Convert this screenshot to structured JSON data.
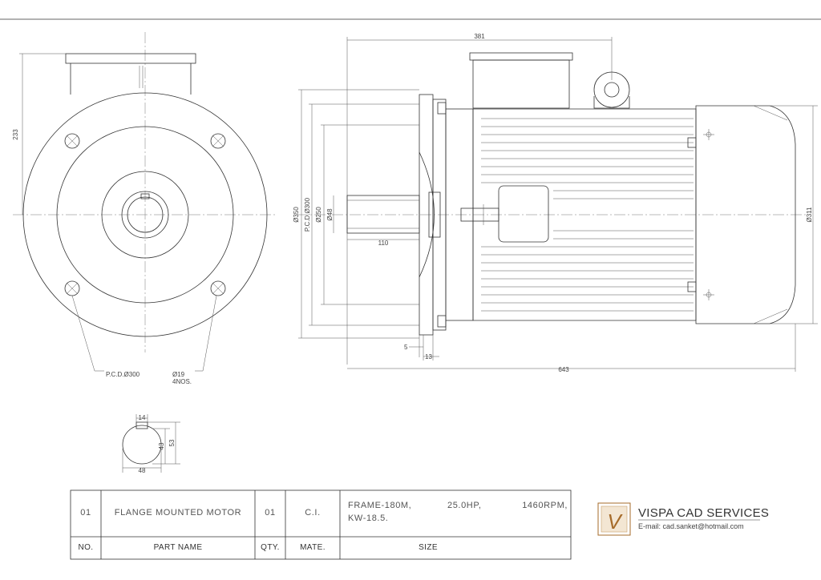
{
  "dims": {
    "d381": "381",
    "d233": "233",
    "d350": "Ø350",
    "pcd300": "P.C.D.Ø300",
    "d250": "Ø250",
    "d48": "Ø48",
    "d110": "110",
    "d5": "5",
    "d13": "13",
    "d643": "643",
    "d311": "Ø311",
    "front_pcd": "P.C.D.Ø300",
    "hole_dia": "Ø19",
    "hole_qty": "4NOS.",
    "key_14": "14",
    "key_43": "43",
    "key_53": "53",
    "key_48": "48"
  },
  "table": {
    "no": "01",
    "part_name": "FLANGE MOUNTED MOTOR",
    "qty": "01",
    "mate": "C.I.",
    "size_frame": "FRAME-180M,",
    "size_hp": "25.0HP,",
    "size_rpm": "1460RPM,",
    "size_kw": "KW-18.5.",
    "h_no": "NO.",
    "h_part": "PART NAME",
    "h_qty": "QTY.",
    "h_mate": "MATE.",
    "h_size": "SIZE"
  },
  "company": {
    "name": "VISPA CAD SERVICES",
    "email": "E-mail: cad.sanket@hotmail.com",
    "logo_letter": "V"
  },
  "colors": {
    "line": "#333333",
    "logo": "#a66b2a"
  }
}
